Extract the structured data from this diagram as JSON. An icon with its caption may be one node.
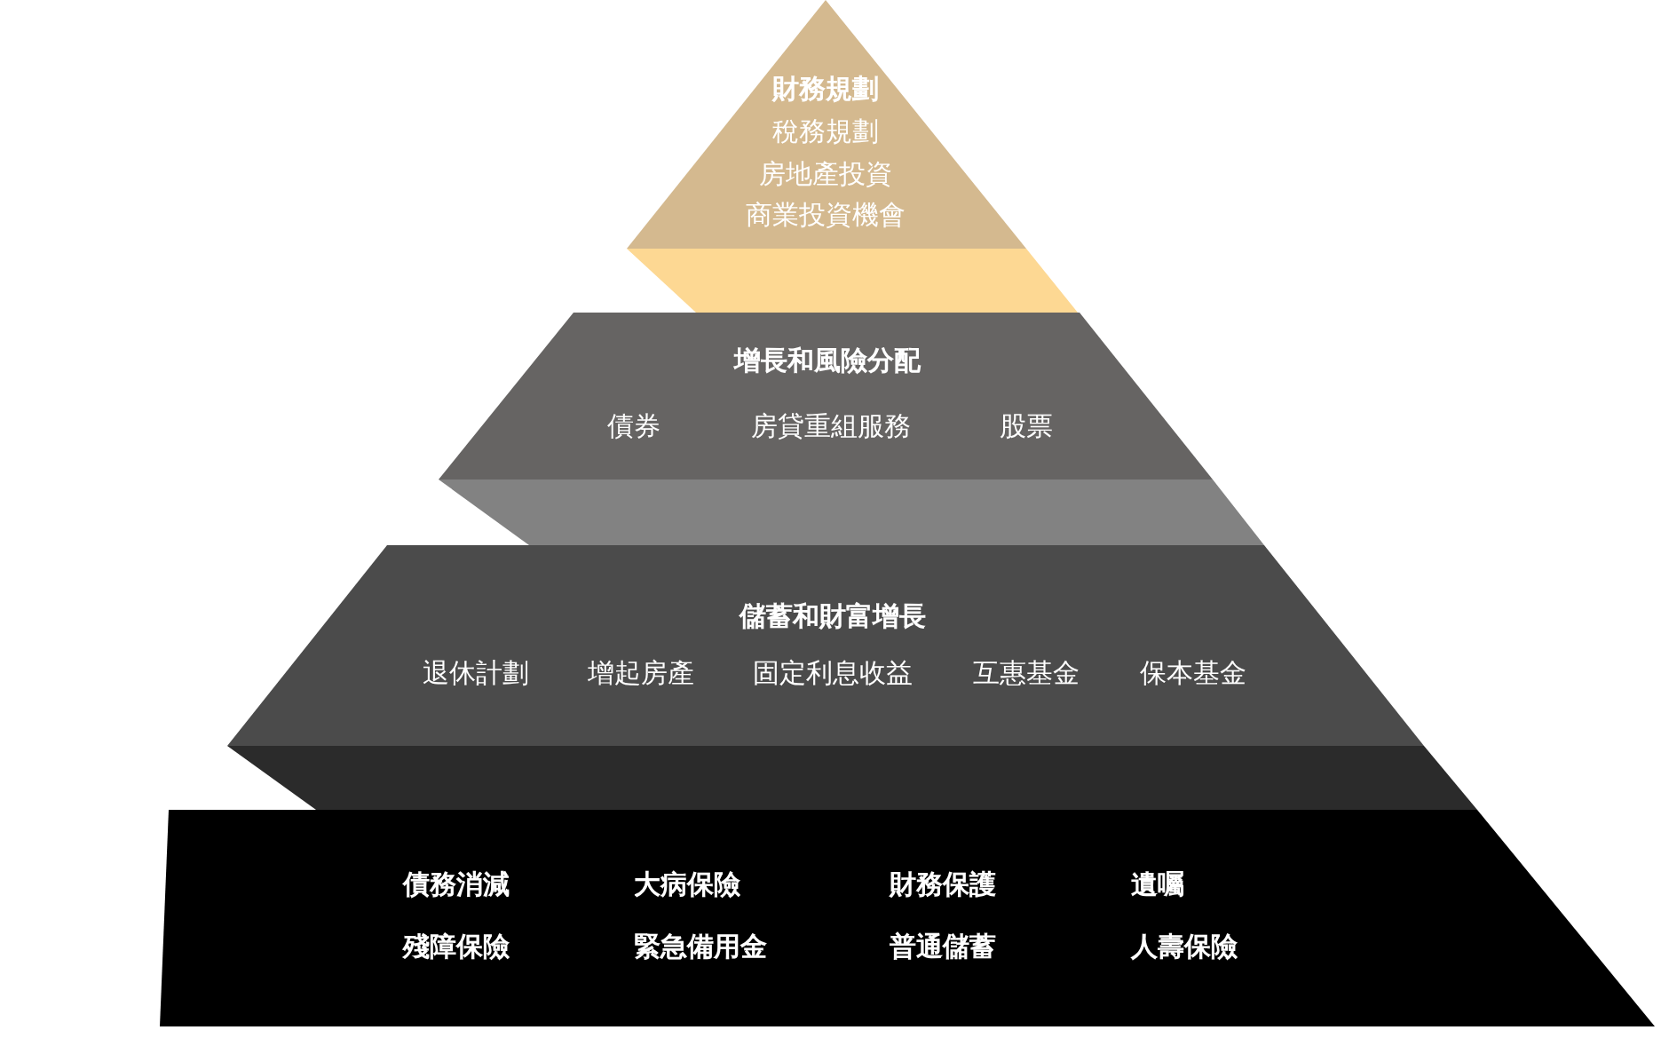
{
  "diagram": {
    "nodes": [
      {
        "text": [
          "財務規劃",
          "稅務規劃",
          "房地產投資",
          "商業投資機會"
        ]
      },
      {
        "text": [],
        "shape": "band"
      },
      {
        "text": [
          "增長和風險分配",
          "債券",
          "房貸重組服務",
          "股票"
        ]
      },
      {
        "text": [],
        "shape": "band"
      },
      {
        "text": [
          "儲蓄和財富增長",
          "退休計劃",
          "增起房產",
          "固定利息收益",
          "互惠基金",
          "保本基金"
        ]
      },
      {
        "text": [],
        "shape": "band"
      },
      {
        "text": [
          "債務消減",
          "大病保險",
          "財務保護",
          "遺囑",
          "殘障保險",
          "緊急備用金",
          "普通儲蓄",
          "人壽保險"
        ]
      }
    ]
  }
}
